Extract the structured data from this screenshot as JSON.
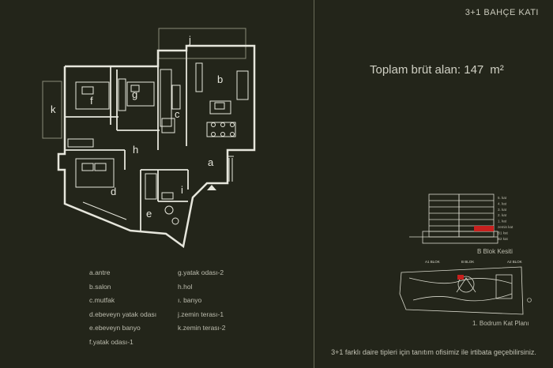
{
  "header": {
    "title": "3+1 BAHÇE KATI"
  },
  "area": {
    "label": "Toplam brüt alan: 147",
    "unit": "m²"
  },
  "plan": {
    "room_letters": {
      "a": "a",
      "b": "b",
      "c": "c",
      "d": "d",
      "e": "e",
      "f": "f",
      "g": "g",
      "h": "h",
      "i": "i",
      "j": "j",
      "k": "k"
    }
  },
  "legend": {
    "col1": [
      "a.antre",
      "b.salon",
      "c.mutfak",
      "d.ebeveyn yatak odası",
      "e.ebeveyn banyo",
      "f.yatak odası-1"
    ],
    "col2": [
      "g.yatak odası-2",
      "h.hol",
      "ı. banyo",
      "j.zemin terası-1",
      "k.zemin terası-2"
    ]
  },
  "section": {
    "floors": [
      "5. kat",
      "4. kat",
      "3. kat",
      "2. kat",
      "1. kat",
      "zemin kat",
      "B1 kat",
      "B2 kat"
    ],
    "caption": "B Blok Kesiti"
  },
  "siteplan": {
    "blocks": [
      "A1 BLOK",
      "B BLOK",
      "A2 BLOK"
    ],
    "caption": "1. Bodrum Kat Planı"
  },
  "footer": "3+1 farklı daire tipleri için tanıtım ofisimiz ile irtibata geçebilirsiniz.",
  "colors": {
    "background": "#23251a",
    "line": "#e6e6dc",
    "highlight": "#c8201e"
  }
}
